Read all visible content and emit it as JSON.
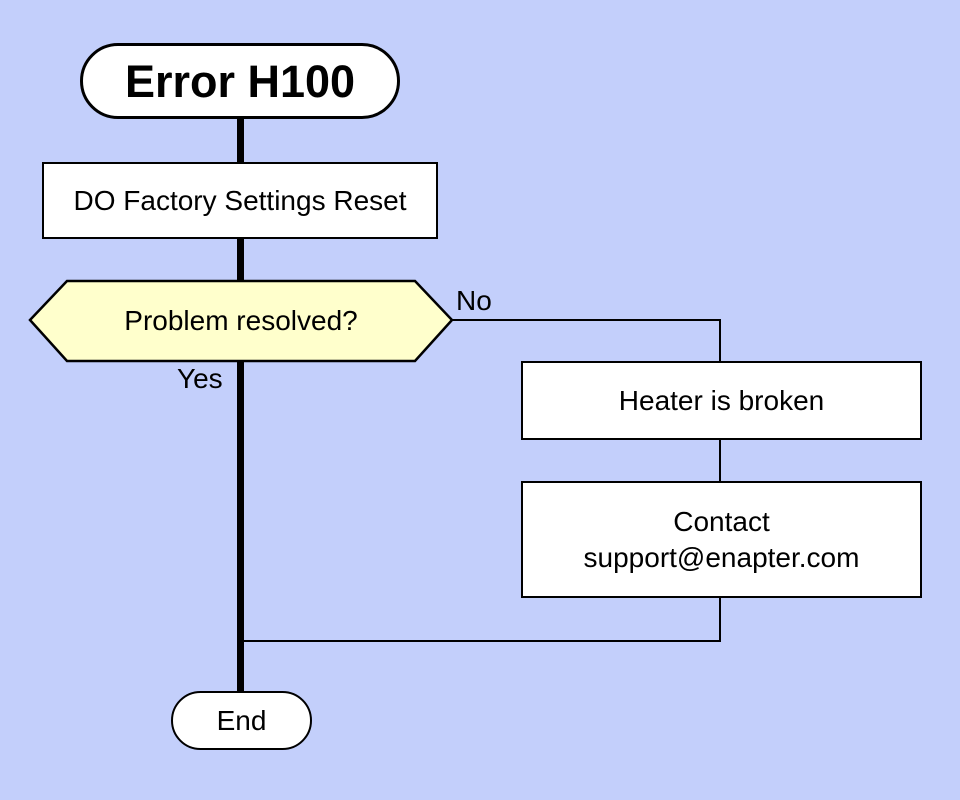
{
  "diagram": {
    "type": "flowchart",
    "nodes": {
      "start": {
        "type": "terminator",
        "label": "Error H100"
      },
      "factory_reset": {
        "type": "process",
        "label": "DO Factory Settings Reset"
      },
      "problem_resolved": {
        "type": "decision",
        "label": "Problem resolved?"
      },
      "heater_broken": {
        "type": "process",
        "label": "Heater is broken"
      },
      "contact_support": {
        "type": "process",
        "label": "Contact\nsupport@enapter.com"
      },
      "end": {
        "type": "terminator",
        "label": "End"
      }
    },
    "edge_labels": {
      "no": "No",
      "yes": "Yes"
    },
    "colors": {
      "background": "#c3cffb",
      "node_fill": "#ffffff",
      "decision_fill": "#ffffcc",
      "stroke": "#000000"
    }
  }
}
